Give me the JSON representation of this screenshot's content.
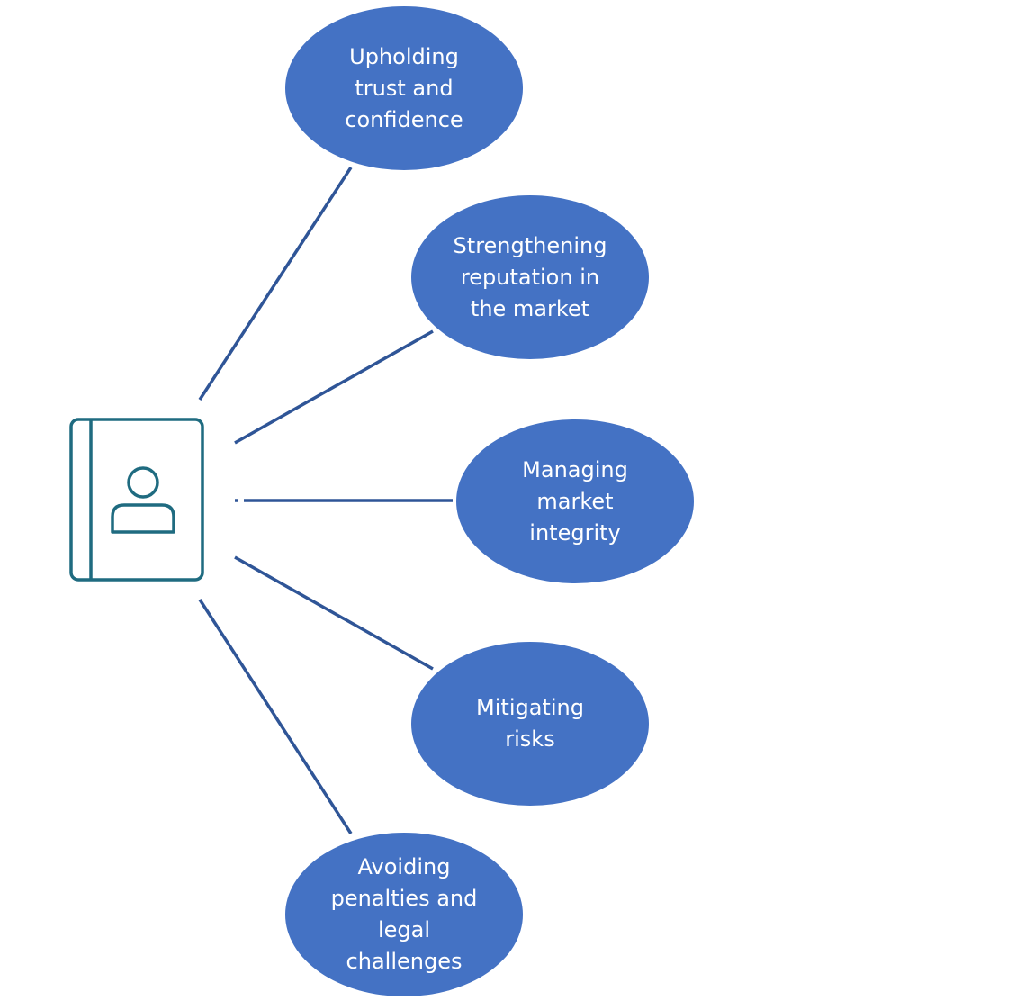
{
  "colors": {
    "node_fill": "#4472C4",
    "connector": "#2F5597",
    "icon_stroke": "#1F6B80",
    "node_text": "#FFFFFF"
  },
  "center": {
    "icon": "contact-book-icon"
  },
  "nodes": [
    {
      "id": "node-1",
      "lines": [
        "Upholding",
        "trust and",
        "confidence"
      ]
    },
    {
      "id": "node-2",
      "lines": [
        "Strengthening",
        "reputation in",
        "the market"
      ]
    },
    {
      "id": "node-3",
      "lines": [
        "Managing",
        "market",
        "integrity"
      ]
    },
    {
      "id": "node-4",
      "lines": [
        "Mitigating",
        "risks"
      ]
    },
    {
      "id": "node-5",
      "lines": [
        "Avoiding",
        "penalties and",
        "legal",
        "challenges"
      ]
    }
  ]
}
